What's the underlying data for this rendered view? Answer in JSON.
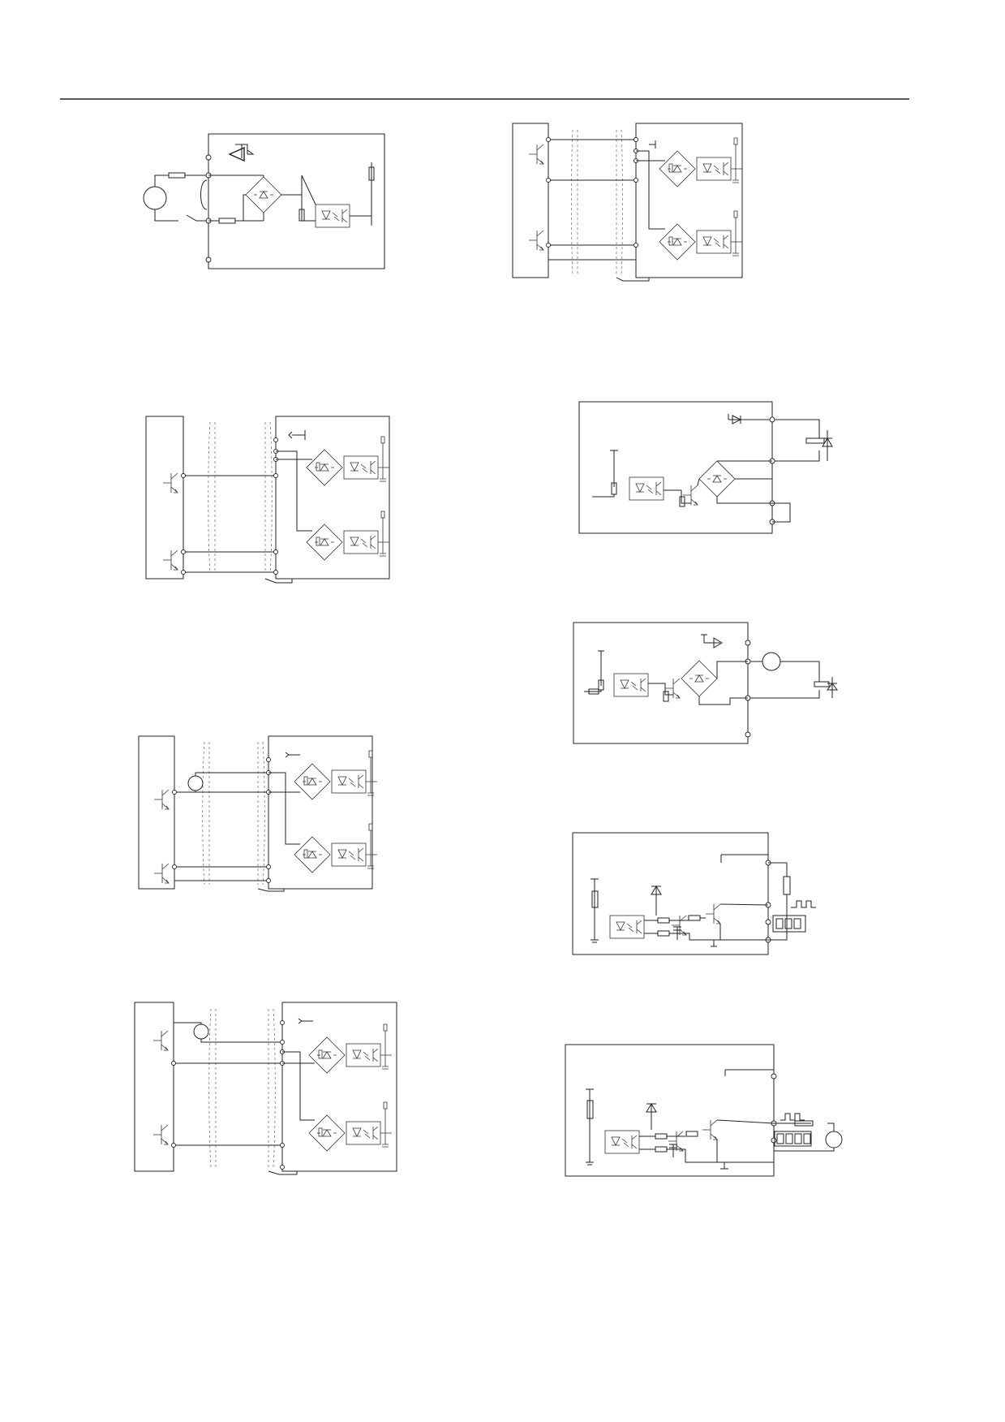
{
  "page": {
    "header_rule": true,
    "diagrams": [
      {
        "id": "a",
        "kind": "relay-contact-input"
      },
      {
        "id": "b",
        "kind": "npn-dual-input-shielded"
      },
      {
        "id": "c",
        "kind": "npn-dual-input-shielded-left"
      },
      {
        "id": "d",
        "kind": "pnp-dual-input-with-supply"
      },
      {
        "id": "e",
        "kind": "npn-dual-input-external-supply"
      },
      {
        "id": "f",
        "kind": "relay-output-flyback-diode"
      },
      {
        "id": "g",
        "kind": "relay-output-with-external-supply"
      },
      {
        "id": "h",
        "kind": "pulse-output-to-counter"
      },
      {
        "id": "i",
        "kind": "pulse-output-to-counter-with-supply"
      }
    ]
  }
}
